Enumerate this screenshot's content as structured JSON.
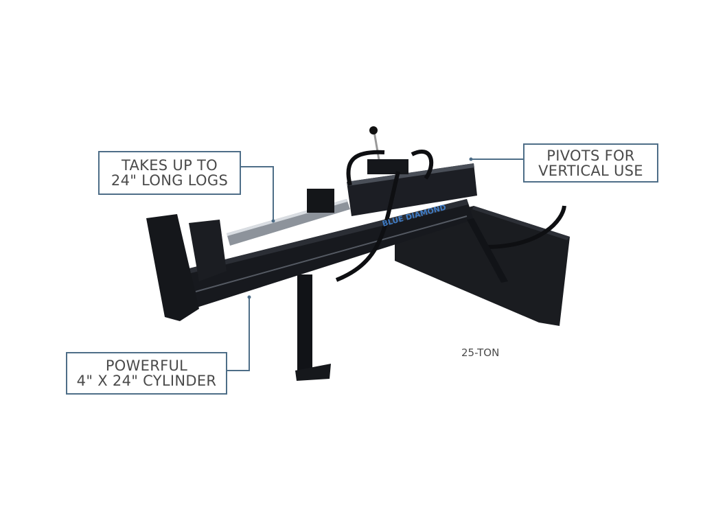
{
  "callouts": [
    {
      "line1": "TAKES UP TO",
      "line2": "24\" LONG LOGS"
    },
    {
      "line1": "PIVOTS FOR",
      "line2": "VERTICAL USE"
    },
    {
      "line1": "POWERFUL",
      "line2": "4\" X 24\" CYLINDER"
    }
  ],
  "model_label": "25-TON",
  "logo_text": "BLUE DIAMOND",
  "colors": {
    "callout_border": "#4d6d87",
    "text": "#4a4a4a",
    "machine": "#15171c",
    "logo": "#3f7bc4"
  }
}
